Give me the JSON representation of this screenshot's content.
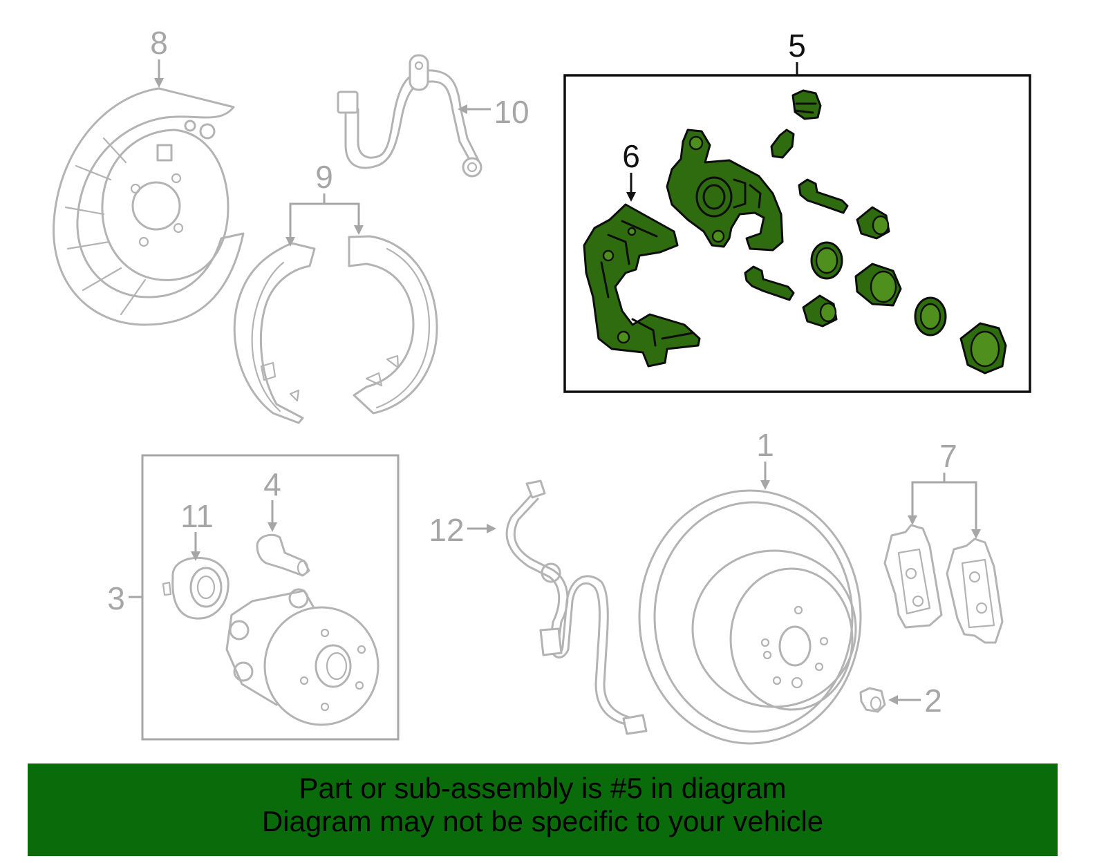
{
  "callouts": {
    "c1": "1",
    "c2": "2",
    "c3": "3",
    "c4": "4",
    "c5": "5",
    "c6": "6",
    "c7": "7",
    "c8": "8",
    "c9": "9",
    "c10": "10",
    "c11": "11",
    "c12": "12"
  },
  "highlight": {
    "part": "5",
    "color": "#2f6b0f"
  },
  "footer": {
    "line1": "Part or sub-assembly is #5 in diagram",
    "line2": "Diagram may not be specific to your vehicle",
    "background": "#0a6b0a"
  }
}
